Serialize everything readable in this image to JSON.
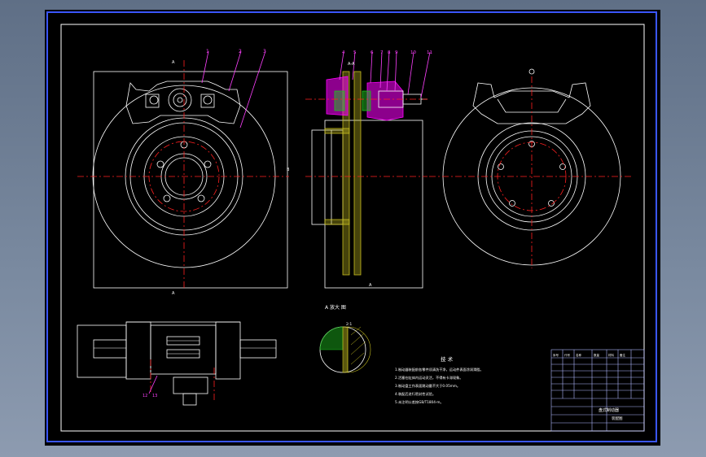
{
  "colors": {
    "background": "#000000",
    "frame": "#3a56ff",
    "line": "#ffffff",
    "centerline": "#ff2020",
    "leader": "#ff40ff",
    "section_fill": "#c8c020",
    "caliper_fill": "#ff00ff",
    "hatch_green": "#20c020",
    "titleblock": "#b0b8ff"
  },
  "balloons": {
    "front": [
      "1",
      "2",
      "3"
    ],
    "section": [
      "4",
      "5",
      "6",
      "7",
      "8",
      "9",
      "10",
      "11"
    ],
    "bottom": "12",
    "bottom2": "13"
  },
  "marks": {
    "A_top": "A",
    "A_bottom": "A",
    "scale_left": "B",
    "AA": "A-A",
    "detail_title": "A 放大 图",
    "detail_scale": "2:1"
  },
  "notes": {
    "title": "技 术",
    "lines": [
      "1.制动器装配前各零件须清洗干净，运动件表面涂润滑脂。",
      "2.活塞在缸体内运动灵活，不得有卡滞现象。",
      "3.制动盘工作表面跳动量不大于0.05mm。",
      "4.装配后进行密封性试验。",
      "5.未注明公差按GB/T1804-m。"
    ]
  },
  "titleblock": {
    "name": "盘式制动器",
    "sheet": "装配图",
    "drawing_no": "",
    "rows": [
      "序号",
      "代号",
      "名称",
      "数量",
      "材料",
      "备注"
    ]
  }
}
